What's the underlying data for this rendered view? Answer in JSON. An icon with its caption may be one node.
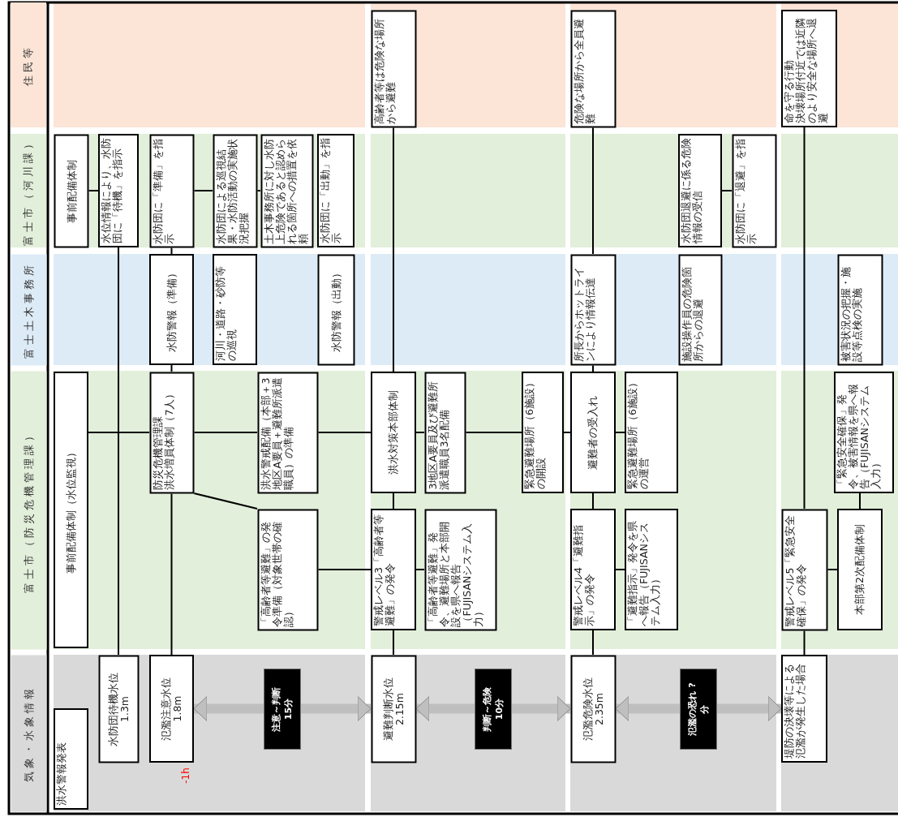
{
  "diagram": {
    "nodes": [
      {
        "text": [
          "事前配備体制"
        ]
      },
      {
        "text": [
          "水位情報により、水防団に「待機」を指示"
        ]
      },
      {
        "text": [
          "水防団に「準備」を指示"
        ]
      },
      {
        "text": [
          "水防団による巡視結果・水防活動の実施状況把握"
        ]
      },
      {
        "text": [
          "土木事務所に対し水防上危険であると認められる箇所への措置を依頼"
        ]
      },
      {
        "text": [
          "水防団に「出動」を指示"
        ]
      },
      {
        "text": [
          "水防警報（準備）"
        ]
      },
      {
        "text": [
          "河川・道路・砂防等の巡視"
        ]
      },
      {
        "text": [
          "水防警報（出動）"
        ]
      },
      {
        "text": [
          "事前配備体制（水位監視）"
        ]
      },
      {
        "text": [
          "防災危機管理課",
          "洪水増員体制（7人）"
        ]
      },
      {
        "text": [
          "洪水警戒配備（本部＋3地区A要員＋避難所派遣職員）の準備"
        ]
      },
      {
        "text": [
          "「高齢者等避難」の発令準備（対象世帯の確認）"
        ]
      },
      {
        "text": [
          "洪水警報発表"
        ]
      },
      {
        "text": [
          "水防団待機水位",
          "1.3m"
        ]
      },
      {
        "text": [
          "氾濫注意水位",
          "1.8m"
        ],
        "beside": [
          "-1h"
        ]
      },
      {
        "text": [
          "高齢者等は危険な場所から避難"
        ]
      },
      {
        "text": [
          "洪水対策本部体制"
        ]
      },
      {
        "text": [
          "3地区A要員及び避難所派遣職員3名配備"
        ]
      },
      {
        "text": [
          "緊急避難場所（6施設）の開設"
        ]
      },
      {
        "text": [
          "警戒レベル3「高齢者等避難」の発令"
        ]
      },
      {
        "text": [
          "「高齢者等避難」発令、避難場所と本部開設を県へ報告（FUJISANシステム入力）"
        ]
      },
      {
        "text": [
          "避難判断水位",
          "2.15m"
        ]
      },
      {
        "text": [
          "危険な場所から全員避難"
        ]
      },
      {
        "text": [
          "水防団退避に係る危険情報の受信"
        ]
      },
      {
        "text": [
          "水防団に「退避」を指示"
        ]
      },
      {
        "text": [
          "所長からホットラインにより情報伝達"
        ]
      },
      {
        "text": [
          "施設操作員の危険箇所からの退避"
        ]
      },
      {
        "text": [
          "避難者の受入れ"
        ]
      },
      {
        "text": [
          "緊急避難場所（6施設）の運営"
        ]
      },
      {
        "text": [
          "警戒レベル4「避難指示」の発令"
        ]
      },
      {
        "text": [
          "「避難指示」発令を県へ報告（FUJISANシステム入力）"
        ]
      },
      {
        "text": [
          "氾濫危険水位",
          "2.35m"
        ]
      },
      {
        "text": [
          "命を守る行動",
          "決壊場所付近では近隣のより安全な場所へ退避"
        ]
      },
      {
        "text": [
          "被害状況の把握・施設等点検の実施"
        ]
      },
      {
        "text": [
          "「緊急安全確保」発令、被害情報を県へ報告（FUJISANシステム入力）"
        ]
      },
      {
        "text": [
          "警戒レベル5「緊急安全確保」の発令"
        ]
      },
      {
        "text": [
          "本部第2次配備体制"
        ]
      },
      {
        "text": [
          "堤防の決壊等による氾濫が発生した場合"
        ]
      }
    ],
    "edges": [
      {
        "from": 0,
        "to": 1,
        "arrow": "none"
      },
      {
        "from": 2,
        "to": 3,
        "arrow": "none"
      },
      {
        "from": 3,
        "to": 4,
        "arrow": "none"
      },
      {
        "from": 1,
        "to": 14,
        "arrow": "none"
      },
      {
        "from": 2,
        "to": 6,
        "arrow": "none"
      },
      {
        "from": 6,
        "to": 10,
        "arrow": "none"
      },
      {
        "from": 9,
        "to": 10,
        "arrow": "none"
      },
      {
        "from": 10,
        "to": 11,
        "arrow": "none"
      },
      {
        "from": 11,
        "to": 17,
        "arrow": "none"
      },
      {
        "from": 10,
        "to": 15,
        "arrow": "none"
      },
      {
        "from": 10,
        "to": 12,
        "arrow": "none"
      },
      {
        "from": 12,
        "to": 20,
        "arrow": "none"
      },
      {
        "from": 16,
        "to": 17,
        "arrow": "none"
      },
      {
        "from": 17,
        "to": 20,
        "arrow": "none"
      },
      {
        "from": 20,
        "to": 22,
        "arrow": "none"
      },
      {
        "from": 17,
        "to": 18,
        "arrow": "none"
      },
      {
        "from": 18,
        "to": 19,
        "arrow": "none"
      },
      {
        "from": 19,
        "to": 28,
        "arrow": "none"
      },
      {
        "from": 20,
        "to": 21,
        "arrow": "none"
      },
      {
        "from": 23,
        "to": 26,
        "arrow": "none"
      },
      {
        "from": 26,
        "to": 28,
        "arrow": "none"
      },
      {
        "from": 28,
        "to": 30,
        "arrow": "none"
      },
      {
        "from": 30,
        "to": 32,
        "arrow": "none"
      },
      {
        "from": 28,
        "to": 29,
        "arrow": "none"
      },
      {
        "from": 30,
        "to": 31,
        "arrow": "none"
      },
      {
        "from": 24,
        "to": 25,
        "arrow": "none"
      },
      {
        "from": 33,
        "to": 36,
        "arrow": "none"
      },
      {
        "from": 36,
        "to": 38,
        "arrow": "none"
      },
      {
        "from": 36,
        "to": 37,
        "arrow": "none"
      },
      {
        "from": 37,
        "to": 35,
        "arrow": "none"
      },
      {
        "from": 15,
        "to": 22,
        "arrow": "both",
        "label": "注意～判断 15分",
        "style": "thick",
        "color": "#bfbfbf"
      },
      {
        "from": 22,
        "to": 32,
        "arrow": "both",
        "label": "判断～危険 10分",
        "style": "thick",
        "color": "#bfbfbf"
      },
      {
        "from": 32,
        "to": 38,
        "arrow": "both",
        "label": "氾濫の恐れ ?分",
        "style": "thick",
        "color": "#bfbfbf"
      }
    ],
    "labels": [
      "住民等",
      "富士市（河川課）",
      "富士土木事務所",
      "富士市（防災危機管理課）",
      "気象・水象情報"
    ]
  }
}
